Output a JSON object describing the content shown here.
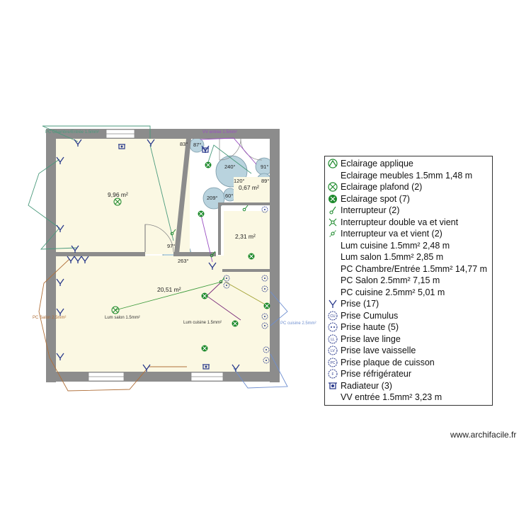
{
  "plan": {
    "rooms": [
      {
        "id": "chambre",
        "area": "9,96 m²"
      },
      {
        "id": "salon",
        "area": "20,51 m²"
      },
      {
        "id": "sdb",
        "area": "2,31 m²"
      },
      {
        "id": "wc",
        "area": "0,67 m²"
      }
    ],
    "angles": [
      "83°",
      "87°",
      "240°",
      "91°",
      "120°",
      "89°",
      "209°",
      "60°",
      "97°",
      "263°"
    ],
    "circuit_labels": {
      "pc_chambre": "PC Chambre/Entrée 1.5mm²",
      "vv_entree": "VV entrée 1.5mm²",
      "pc_salon": "PC Salon 2.5mm²",
      "lum_salon": "Lum salon 1.5mm²",
      "lum_cuisine": "Lum cuisine 1.5mm²",
      "pc_cuisine": "PC cuisine 2.5mm²"
    },
    "colors": {
      "wall": "#8c8c8c",
      "floor": "#fbf8e3",
      "pc_chambre": "#4a9a7c",
      "vv_entree": "#9a4fc2",
      "pc_salon": "#b0703a",
      "lum_salon": "#3b9a3b",
      "lum_cuisine": "#7a2a7a",
      "pc_cuisine": "#6f8fd0",
      "lum_cuisine_line": "#a0a030",
      "symbol_green": "#1d8a2c",
      "symbol_blue": "#2a3a8c"
    }
  },
  "legend": {
    "items": [
      {
        "icon": "applique-icon",
        "label": "Eclairage applique"
      },
      {
        "icon": "",
        "label": "Eclairage meubles 1.5mm 1,48 m"
      },
      {
        "icon": "plafond-icon",
        "label": "Eclairage plafond (2)"
      },
      {
        "icon": "spot-icon",
        "label": "Eclairage spot (7)"
      },
      {
        "icon": "switch-icon",
        "label": "Interrupteur (2)"
      },
      {
        "icon": "double-switch-icon",
        "label": "Interrupteur double va et vient"
      },
      {
        "icon": "va-et-vient-icon",
        "label": "Interrupteur va et vient (2)"
      },
      {
        "icon": "",
        "label": "Lum cuisine 1.5mm² 2,48 m"
      },
      {
        "icon": "",
        "label": "Lum salon 1.5mm² 2,85 m"
      },
      {
        "icon": "",
        "label": "PC Chambre/Entrée 1.5mm² 14,77 m"
      },
      {
        "icon": "",
        "label": "PC Salon 2.5mm² 7,15 m"
      },
      {
        "icon": "",
        "label": "PC cuisine 2.5mm² 5,01 m"
      },
      {
        "icon": "socket-icon",
        "label": "Prise (17)"
      },
      {
        "icon": "cumulus-socket-icon",
        "label": "Prise Cumulus"
      },
      {
        "icon": "high-socket-icon",
        "label": "Prise haute (5)"
      },
      {
        "icon": "washing-machine-socket-icon",
        "label": "Prise lave linge"
      },
      {
        "icon": "dishwasher-socket-icon",
        "label": "Prise lave vaisselle"
      },
      {
        "icon": "cooktop-socket-icon",
        "label": "Prise plaque de cuisson"
      },
      {
        "icon": "fridge-socket-icon",
        "label": "Prise réfrigérateur"
      },
      {
        "icon": "radiator-icon",
        "label": "Radiateur (3)"
      },
      {
        "icon": "",
        "label": "VV entrée 1.5mm² 3,23 m"
      }
    ]
  },
  "footer": {
    "website": "www.archifacile.fr"
  }
}
